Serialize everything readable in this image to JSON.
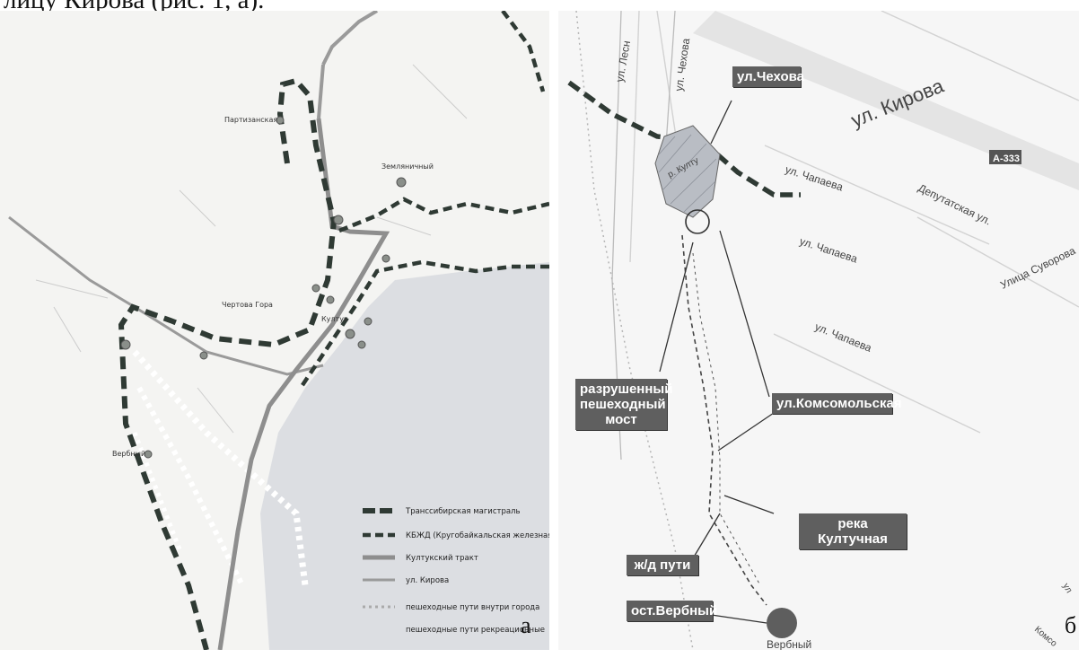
{
  "caption_fragment": "лицу Кирова (рис. 1, а).",
  "panel_a": {
    "letter": "а",
    "places": {
      "partizanskaya": "Партизанская",
      "zemlyanichny": "Земляничный",
      "chertova_gora": "Чертова Гора",
      "kultuk": "Култук",
      "verbny": "Вербный"
    },
    "legend": [
      "Транссибирская магистраль",
      "КБЖД (Кругобайкальская железная дорога)",
      "Култукский тракт",
      "ул. Кирова",
      "пешеходные пути внутри города",
      "пешеходные пути рекреационные"
    ]
  },
  "panel_b": {
    "letter": "б",
    "streets": {
      "kirova": "ул. Кирова",
      "a333": "А-333",
      "chapaeva_1": "ул. Чапаева",
      "chapaeva_2": "ул. Чапаева",
      "chapaeva_3": "ул. Чапаева",
      "deputatskaya": "Депутатская ул.",
      "suvorova": "Улица Суворова",
      "lesnaya": "ул. Лесн",
      "chekhova_vert": "ул. Чехова",
      "kultuk_river_small": "р. Култу",
      "comso_corner": "Комсо",
      "ul_corner": "ул"
    },
    "callouts": {
      "chekhova": "ул.Чехова",
      "bridge": "разрушенный пешеходный мост",
      "komsomolskaya": "ул.Комсомольская",
      "river": "река Култучная",
      "railway": "ж/д пути",
      "stop": "ост.Вербный"
    },
    "stop_label": "Вербный"
  }
}
